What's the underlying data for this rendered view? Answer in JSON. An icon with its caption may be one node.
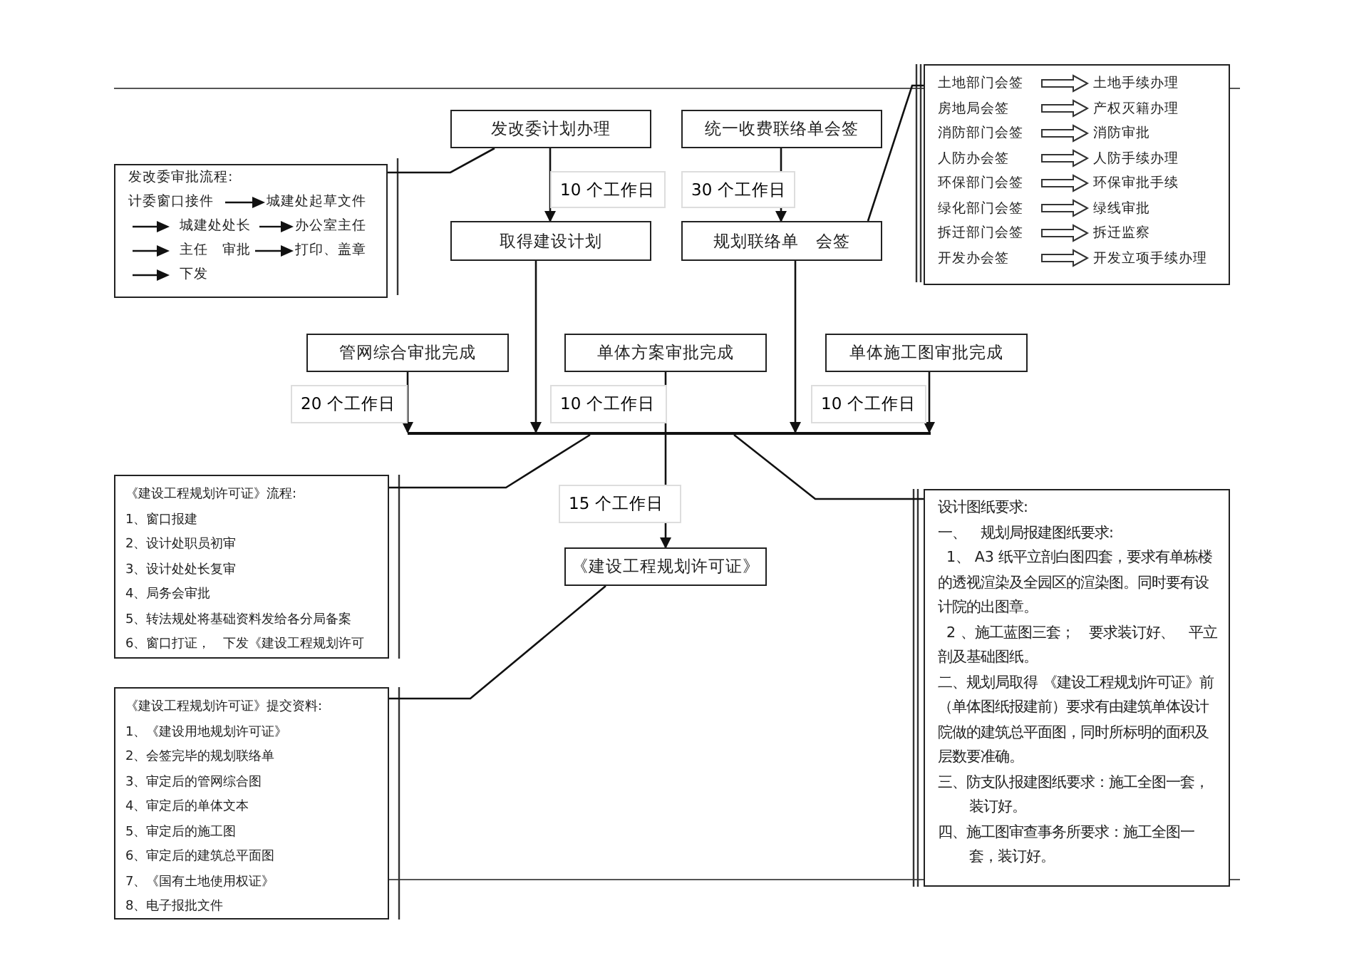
{
  "diagram": {
    "nodes": [
      {
        "text": [
          "发改委计划办理"
        ]
      },
      {
        "text": [
          "统一收费联络单会签"
        ]
      },
      {
        "text": [
          "取得建设计划"
        ]
      },
      {
        "text": [
          "规划联络单　会签"
        ]
      },
      {
        "text": [
          "管网综合审批完成"
        ]
      },
      {
        "text": [
          "单体方案审批完成"
        ]
      },
      {
        "text": [
          "单体施工图审批完成"
        ]
      },
      {
        "text": [
          "《建设工程规划许可证》"
        ]
      },
      {
        "text": [
          "发改委审批流程:",
          "计委窗口接件",
          "城建处起草文件",
          "城建处处长",
          "办公室主任",
          "主任　审批",
          "打印、盖章",
          "下发"
        ]
      },
      {
        "text": [
          "土地部门会签",
          "土地手续办理",
          "房地局会签",
          "产权灭籍办理",
          "消防部门会签",
          "消防审批",
          "人防办会签",
          "人防手续办理",
          "环保部门会签",
          "环保审批手续",
          "绿化部门会签",
          "绿线审批",
          "拆迁部门会签",
          "拆迁监察",
          "开发办会签",
          "开发立项手续办理"
        ]
      },
      {
        "text": [
          "《建设工程规划许可证》流程:",
          "1、窗口报建",
          "2、设计处职员初审",
          "3、设计处处长复审",
          "4、局务会审批",
          "5、转法规处将基础资料发给各分局备案",
          "6、窗口打证，　下发《建设工程规划许可"
        ]
      },
      {
        "text": [
          "《建设工程规划许可证》提交资料:",
          "1、《建设用地规划许可证》",
          "2、会签完毕的规划联络单",
          "3、审定后的管网综合图",
          "4、审定后的单体文本",
          "5、审定后的施工图",
          "6、审定后的建筑总平面图",
          "7、《国有土地使用权证》",
          "8、电子报批文件"
        ]
      },
      {
        "text": [
          "设计图纸要求:",
          "一、　规划局报建图纸要求:",
          "1、 A3 纸平立剖白图四套，要求有单栋楼的透视渲染及全园区的渲染图。同时要有设计院的出图章。",
          "2 、施工蓝图三套；　要求装订好、　平立剖及基础图纸。",
          "二、规划局取得 《建设工程规划许可证》前（单体图纸报建前）要求有由建筑单体设计院做的建筑总平面图，同时所标明的面积及层数要准确。",
          "三、防支队报建图纸要求：施工全图一套，装订好。",
          "四、施工图审查事务所要求：施工全图一套，装订好。"
        ]
      },
      {
        "text": [],
        "shape": "bar"
      }
    ],
    "edges": [
      {
        "from": 0,
        "to": 2,
        "arrow": "to",
        "label": "10 个工作日"
      },
      {
        "from": 1,
        "to": 3,
        "arrow": "to",
        "label": "30 个工作日"
      },
      {
        "from": 2,
        "to": 13,
        "arrow": "to"
      },
      {
        "from": 3,
        "to": 13,
        "arrow": "to"
      },
      {
        "from": 4,
        "to": 13,
        "arrow": "to",
        "label": "20 个工作日"
      },
      {
        "from": 5,
        "to": 13,
        "arrow": "none",
        "label": "10 个工作日"
      },
      {
        "from": 6,
        "to": 13,
        "arrow": "to",
        "label": "10 个工作日"
      },
      {
        "from": 13,
        "to": 7,
        "arrow": "to",
        "label": "15 个工作日"
      },
      {
        "from": 8,
        "to": 0,
        "arrow": "none"
      },
      {
        "from": 3,
        "to": 9,
        "arrow": "none"
      },
      {
        "from": 10,
        "to": 13,
        "arrow": "none"
      },
      {
        "from": 12,
        "to": 13,
        "arrow": "none"
      },
      {
        "from": 11,
        "to": 7,
        "arrow": "none"
      }
    ]
  }
}
